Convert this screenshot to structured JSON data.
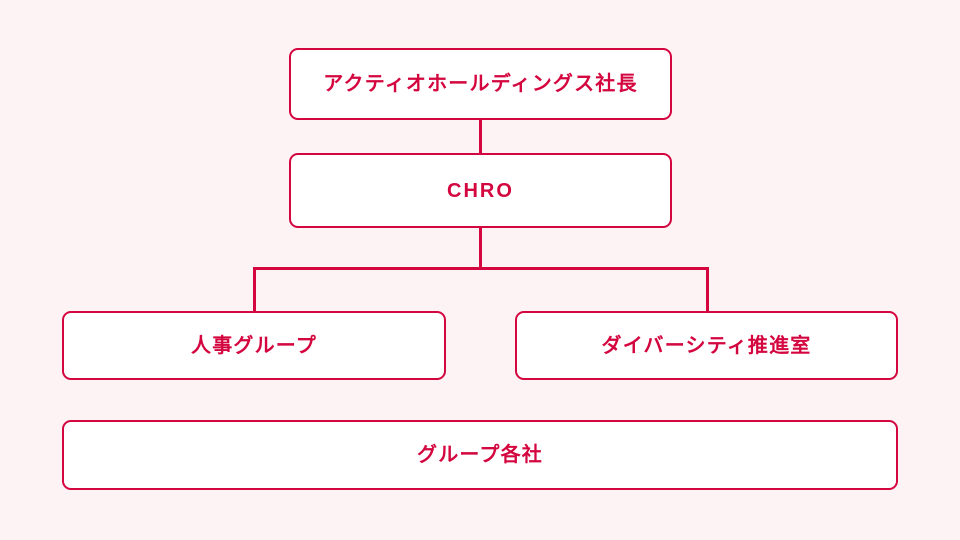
{
  "diagram": {
    "type": "organization-chart",
    "background_color": "#fdf2f4",
    "accent_color": "#d4063f",
    "node_fill_color": "#ffffff",
    "nodes": [
      {
        "id": "president",
        "label": "アクティオホールディングス社長",
        "level": 1,
        "script": "japanese"
      },
      {
        "id": "chro",
        "label": "CHRO",
        "level": 2,
        "script": "latin"
      },
      {
        "id": "hr_group",
        "label": "人事グループ",
        "level": 3,
        "script": "japanese"
      },
      {
        "id": "diversity",
        "label": "ダイバーシティ推進室",
        "level": 3,
        "script": "japanese"
      },
      {
        "id": "group_cos",
        "label": "グループ各社",
        "level": 4,
        "script": "japanese"
      }
    ],
    "connections": [
      {
        "from": "president",
        "to": "chro",
        "style": "straight"
      },
      {
        "from": "chro",
        "to": "hr_group",
        "style": "elbow"
      },
      {
        "from": "chro",
        "to": "diversity",
        "style": "elbow"
      }
    ]
  }
}
